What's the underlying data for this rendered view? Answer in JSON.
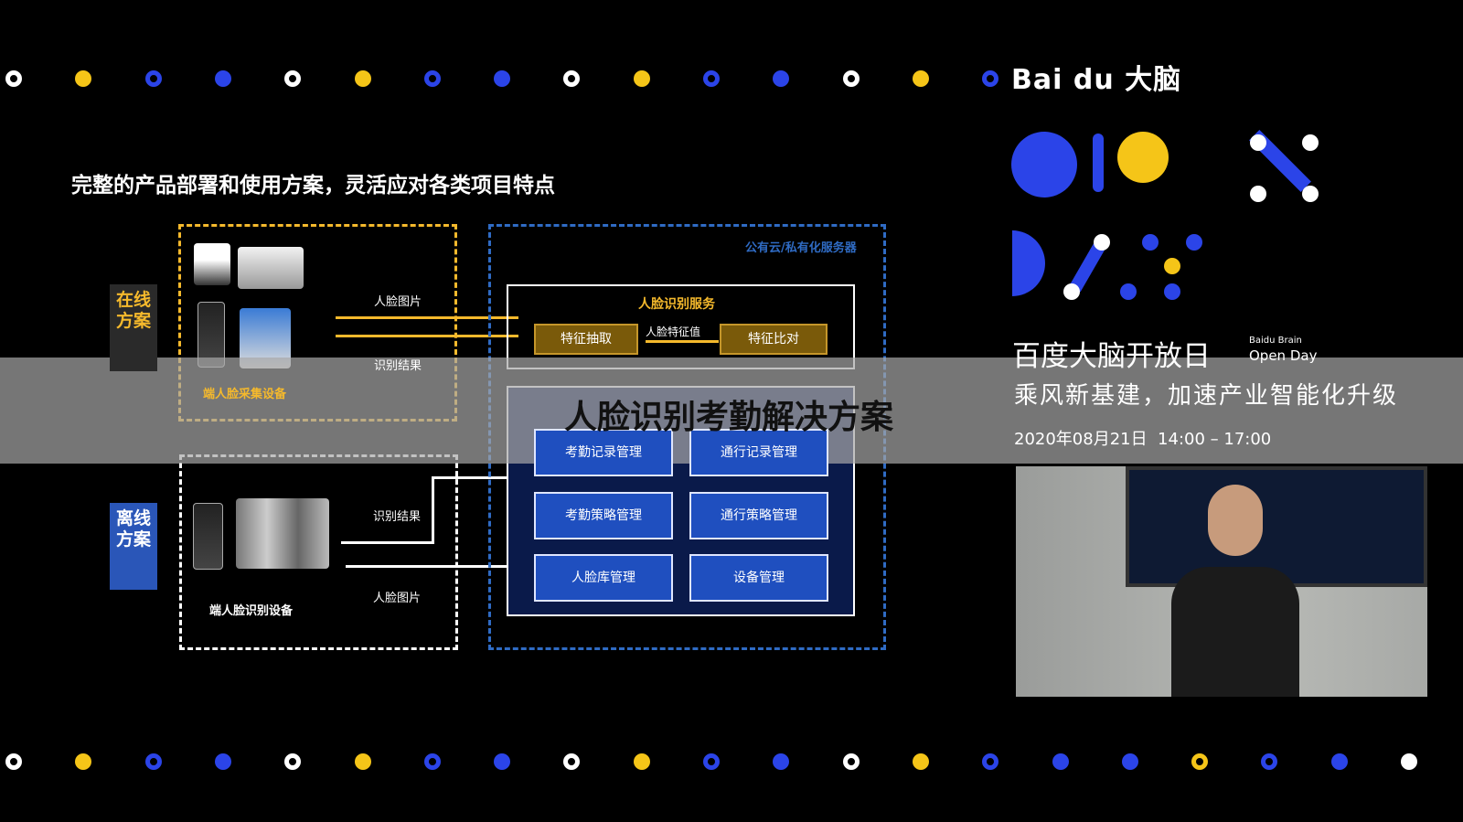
{
  "brand": {
    "logo_text": "Bai du 大脑"
  },
  "slide": {
    "heading": "完整的产品部署和使用方案，灵活应对各类项目特点",
    "online_label": "在线方案",
    "offline_label": "离线方案",
    "online_devices_caption": "端人脸采集设备",
    "offline_devices_caption": "端人脸识别设备",
    "arrow_face_image_top": "人脸图片",
    "arrow_result_top": "识别结果",
    "arrow_result_bottom": "识别结果",
    "arrow_face_image_bottom": "人脸图片",
    "server_label": "公有云/私有化服务器",
    "service_title": "人脸识别服务",
    "feature_extract": "特征抽取",
    "feature_value": "人脸特征值",
    "feature_compare": "特征比对",
    "modules": [
      "考勤记录管理",
      "通行记录管理",
      "考勤策略管理",
      "通行策略管理",
      "人脸库管理",
      "设备管理"
    ]
  },
  "event": {
    "title": "百度大脑开放日",
    "title_en_1": "Baidu Brain",
    "title_en_2": "Open Day",
    "subtitle": "乘风新基建，加速产业智能化升级",
    "datetime": "2020年08月21日  14:00 – 17:00"
  },
  "overlay": {
    "title": "人脸识别考勤解决方案"
  },
  "colors": {
    "yellow": "#f5c518",
    "blue": "#2b44e8",
    "gold": "#f5b92c",
    "server_blue": "#2f6bc4"
  }
}
